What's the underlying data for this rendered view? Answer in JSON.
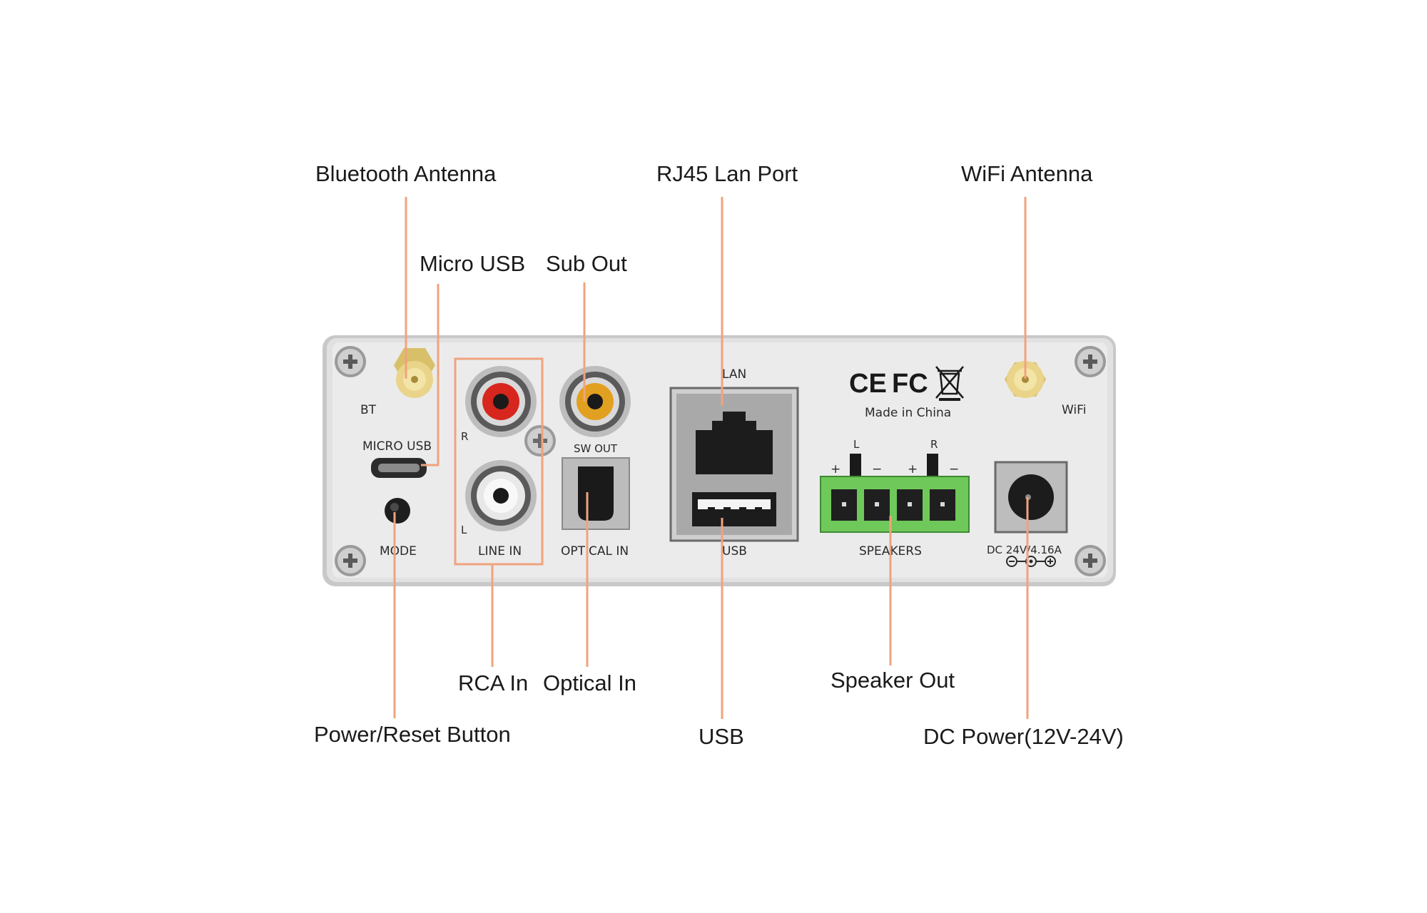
{
  "callouts": {
    "bluetooth_antenna": "Bluetooth Antenna",
    "rj45": "RJ45 Lan Port",
    "wifi_antenna": "WiFi Antenna",
    "micro_usb": "Micro USB",
    "sub_out": "Sub Out",
    "rca_in": "RCA In",
    "optical_in": "Optical In",
    "power_reset": "Power/Reset Button",
    "usb": "USB",
    "speaker_out": "Speaker Out",
    "dc_power": "DC Power(12V-24V)"
  },
  "panel": {
    "bt": "BT",
    "wifi": "WiFi",
    "micro_usb": "MICRO USB",
    "mode": "MODE",
    "r": "R",
    "l": "L",
    "line_in": "LINE IN",
    "sw_out": "SW OUT",
    "optical_in": "OPTICAL IN",
    "lan": "LAN",
    "usb": "USB",
    "made_in": "Made in China",
    "speakers": "SPEAKERS",
    "spk_l": "L",
    "spk_r": "R",
    "plus": "+",
    "minus": "−",
    "dc": "DC 24V/4.16A",
    "ce": "CE",
    "fc": "FC"
  },
  "colors": {
    "leader": "#f0a37e",
    "panel": "#dcdcdc",
    "terminal_green": "#6fc85a",
    "rca_red": "#d7261e",
    "rca_yellow": "#e2a020",
    "antenna_gold": "#e5cf7d"
  }
}
